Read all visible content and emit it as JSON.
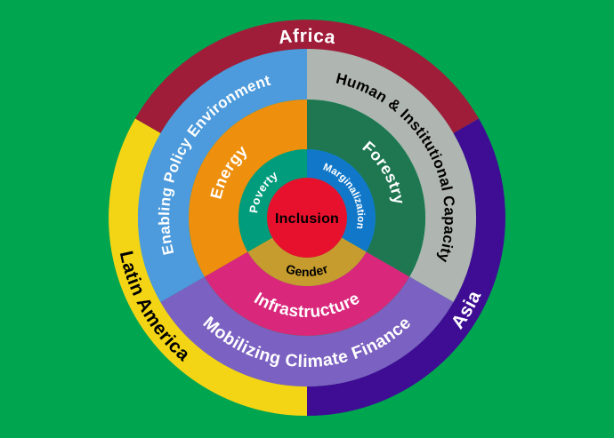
{
  "background": "#00A550",
  "diagram": {
    "center": {
      "label": "Inclusion",
      "color": "#E8112D",
      "text_color": "#000000"
    },
    "rings": {
      "regions": {
        "africa": {
          "label": "Africa",
          "color": "#A01D3A",
          "text_color": "#FFFFFF"
        },
        "asia": {
          "label": "Asia",
          "color": "#3E0D94",
          "text_color": "#FFFFFF"
        },
        "latin_america": {
          "label": "Latin America",
          "color": "#F3D515",
          "text_color": "#000000"
        }
      },
      "themes": {
        "human_institutional_capacity": {
          "label": "Human & Institutional Capacity",
          "color": "#AFB5B1",
          "text_color": "#000000"
        },
        "mobilizing_climate_finance": {
          "label": "Mobilizing Climate Finance",
          "color": "#7B61C1",
          "text_color": "#FFFFFF"
        },
        "enabling_policy_environment": {
          "label": "Enabling Policy Environment",
          "color": "#4D9BDC",
          "text_color": "#FFFFFF"
        }
      },
      "sectors": {
        "forestry": {
          "label": "Forestry",
          "color": "#1E7751",
          "text_color": "#FFFFFF"
        },
        "infrastructure": {
          "label": "Infrastructure",
          "color": "#D9277B",
          "text_color": "#FFFFFF"
        },
        "energy": {
          "label": "Energy",
          "color": "#EE8F0D",
          "text_color": "#FFFFFF"
        }
      },
      "cross_cutting": {
        "marginalization": {
          "label": "Marginalization",
          "color": "#1178C9",
          "text_color": "#FFFFFF"
        },
        "gender": {
          "label": "Gender",
          "color": "#C79C2E",
          "text_color": "#000000"
        },
        "poverty": {
          "label": "Poverty",
          "color": "#009C7B",
          "text_color": "#FFFFFF"
        }
      }
    }
  }
}
